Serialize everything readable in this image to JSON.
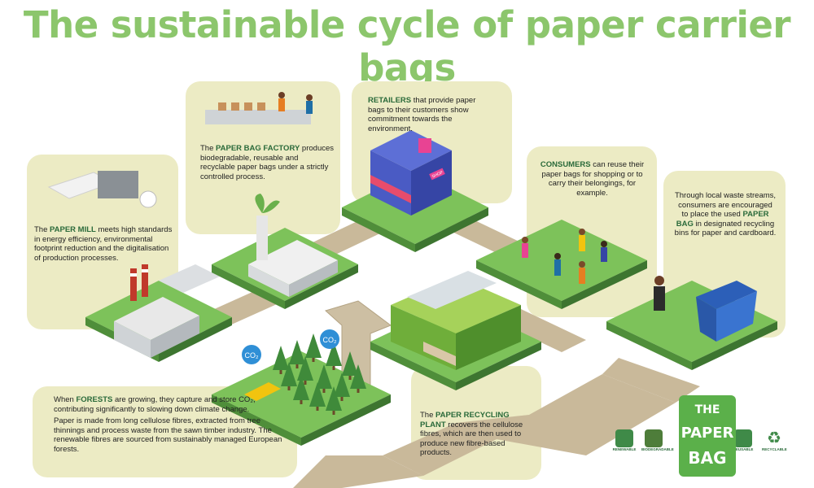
{
  "title": "The sustainable cycle of paper carrier bags",
  "stages": {
    "paper_mill": {
      "label": "PAPER MILL",
      "pre": "The ",
      "post": " meets high standards in energy efficiency, environmental footprint reduction and the digitalisation of production processes."
    },
    "paper_bag_factory": {
      "label": "PAPER BAG FACTORY",
      "pre": "The ",
      "post": " produces biodegradable, reusable and recyclable paper bags under a strictly controlled process."
    },
    "retailers": {
      "label": "RETAILERS",
      "pre": "",
      "post": " that provide paper bags to their customers show commitment towards the environment."
    },
    "consumers": {
      "label": "CONSUMERS",
      "pre": "",
      "post": " can reuse their paper bags for shopping or to carry their belongings, for example."
    },
    "recycling_bin": {
      "label": "PAPER BAG",
      "pre": "Through local waste streams, consumers are encouraged to place the used ",
      "post": " in designated recycling bins for paper and cardboard."
    },
    "forests": {
      "label": "FORESTS",
      "pre": "When ",
      "post": " are growing, they capture and store CO₂, contributing significantly to slowing down climate change.",
      "para2": "Paper is made from long cellulose fibres, extracted from tree thinnings and process waste from the sawn timber industry. The renewable fibres are sourced from sustainably managed European forests."
    },
    "recycling_plant": {
      "label": "PAPER RECYCLING PLANT",
      "pre": "The ",
      "post": " recovers the cellulose fibres, which are then used to produce new fibre-based products."
    }
  },
  "co2_badges": [
    "CO₂",
    "CO₂"
  ],
  "shop_sign": "SHOP",
  "logo": {
    "line1": "THE",
    "line2": "PAPER",
    "line3": "BAG"
  },
  "legend": [
    {
      "label": "RENEWABLE",
      "color": "#3f8a48"
    },
    {
      "label": "BIODEGRADABLE",
      "color": "#4e7d3a"
    },
    {
      "label": "REUSABLE",
      "color": "#3f8a48"
    },
    {
      "label": "RECYCLABLE",
      "color": "#3f8a48"
    }
  ]
}
